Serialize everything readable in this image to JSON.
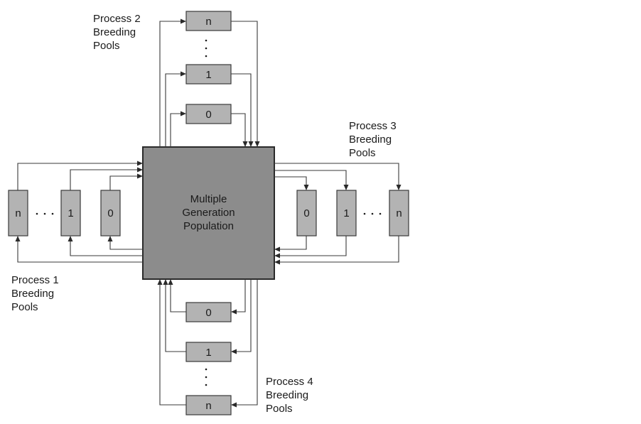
{
  "center": {
    "lines": [
      "Multiple",
      "Generation",
      "Population"
    ]
  },
  "process1": {
    "label_lines": [
      "Process 1",
      "Breeding",
      "Pools"
    ],
    "pools": [
      "n",
      "1",
      "0"
    ],
    "ellipsis": "· · ·"
  },
  "process2": {
    "label_lines": [
      "Process 2",
      "Breeding",
      "Pools"
    ],
    "pools": [
      "n",
      "1",
      "0"
    ],
    "ellipsis": "·  ·  ·"
  },
  "process3": {
    "label_lines": [
      "Process 3",
      "Breeding",
      "Pools"
    ],
    "pools": [
      "0",
      "1",
      "n"
    ],
    "ellipsis": "· · ·"
  },
  "process4": {
    "label_lines": [
      "Process 4",
      "Breeding",
      "Pools"
    ],
    "pools": [
      "0",
      "1",
      "n"
    ],
    "ellipsis": "·  ·  ·"
  }
}
